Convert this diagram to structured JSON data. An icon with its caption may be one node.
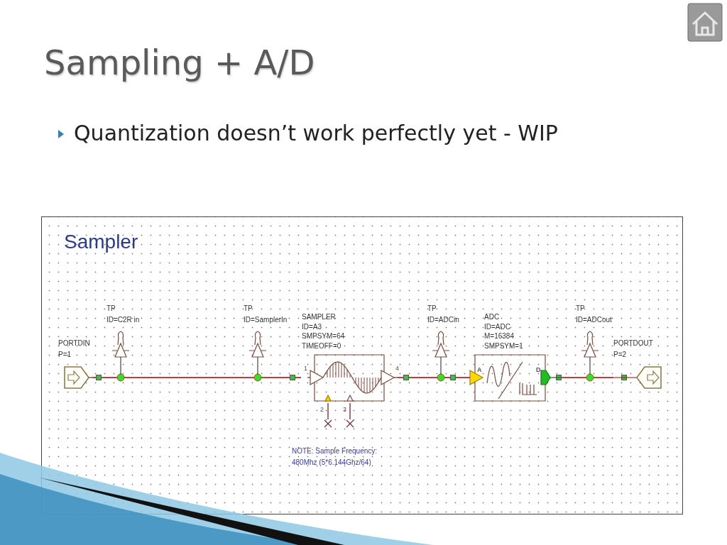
{
  "diagram": {
    "title": "Sampling + A/D",
    "nodes": [
      {
        "text": [
          "PORTDIN",
          "P=1"
        ]
      },
      {
        "text": [
          "TP",
          "ID=C2R in"
        ]
      },
      {
        "text": [
          "TP",
          "ID=SamplerIn"
        ]
      },
      {
        "text": [
          "SAMPLER",
          "ID=A3",
          "SMPSYM=64",
          "TIMEOFF=0"
        ]
      },
      {
        "text": [
          "TP",
          "ID=ADCin"
        ]
      },
      {
        "text": [
          "ADC",
          "ID=ADC",
          "M=16384",
          "SMPSYM=1"
        ]
      },
      {
        "text": [
          "TP",
          "ID=ADCout"
        ]
      },
      {
        "text": [
          "PORTDOUT",
          "P=2"
        ]
      },
      {
        "text": [],
        "shape": "cross"
      },
      {
        "text": [],
        "shape": "cross"
      }
    ],
    "edges": [
      {
        "from": 0,
        "to": 1,
        "arrow": "none"
      },
      {
        "from": 1,
        "to": 2,
        "arrow": "none"
      },
      {
        "from": 2,
        "to": 3,
        "arrow": "none"
      },
      {
        "from": 3,
        "to": 4,
        "arrow": "none"
      },
      {
        "from": 4,
        "to": 5,
        "arrow": "none"
      },
      {
        "from": 5,
        "to": 6,
        "arrow": "none"
      },
      {
        "from": 6,
        "to": 7,
        "arrow": "none"
      },
      {
        "from": 3,
        "to": 8,
        "arrow": "none",
        "color": "#6a2a2a"
      },
      {
        "from": 3,
        "to": 9,
        "arrow": "none",
        "color": "#6a2a2a"
      }
    ],
    "labels": [
      "Quantization doesn’t work perfectly yet - WIP",
      "Sampler",
      "1",
      "4",
      "A",
      "D",
      "2",
      "3",
      "NOTE: Sample Frequency: 480Mhz (5*6.144Ghz/64)"
    ]
  }
}
